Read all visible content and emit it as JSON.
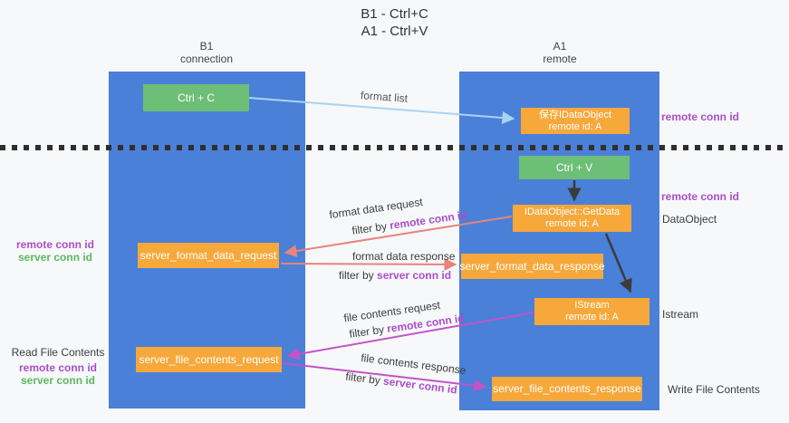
{
  "title": {
    "line1": "B1 - Ctrl+C",
    "line2": "A1 - Ctrl+V"
  },
  "columns": {
    "b1": {
      "name": "B1",
      "role": "connection"
    },
    "a1": {
      "name": "A1",
      "role": "remote"
    }
  },
  "boxes": {
    "ctrl_c": {
      "label": "Ctrl + C"
    },
    "save_dataobject": {
      "line1": "保存IDataObject",
      "line2": "remote id: A"
    },
    "ctrl_v": {
      "label": "Ctrl + V"
    },
    "getdata": {
      "line1": "IDataObject::GetData",
      "line2": "remote id: A"
    },
    "server_format_data_request": {
      "label": "server_format_data_request"
    },
    "server_format_data_response": {
      "label": "server_format_data_response"
    },
    "istream": {
      "line1": "IStream",
      "line2": "remote id: A"
    },
    "server_file_contents_request": {
      "label": "server_file_contents_request"
    },
    "server_file_contents_response": {
      "label": "server_file_contents_response"
    }
  },
  "arrow_labels": {
    "format_list": "format list",
    "format_data_request": "format data request",
    "format_data_request_filter_prefix": "filter by ",
    "format_data_request_filter_key": "remote conn id",
    "format_data_response": "format data response",
    "format_data_response_filter_prefix": "filter by ",
    "format_data_response_filter_key": "server conn id",
    "file_contents_request": "file contents request",
    "file_contents_request_filter_prefix": "filter by ",
    "file_contents_request_filter_key": "remote conn id",
    "file_contents_response": "file contents response",
    "file_contents_response_filter_prefix": "filter by ",
    "file_contents_response_filter_key": "server conn id"
  },
  "side_labels": {
    "right_remote_conn_id_top": "remote conn id",
    "right_remote_conn_id_mid": "remote conn id",
    "dataobject": "DataObject",
    "istream": "Istream",
    "write_file_contents": "Write File Contents",
    "left_remote_conn_id_top": "remote conn id",
    "left_server_conn_id_top": "server conn id",
    "read_file_contents": "Read File Contents",
    "left_remote_conn_id_bottom": "remote conn id",
    "left_server_conn_id_bottom": "server conn id"
  },
  "colors": {
    "bg": "#f7f8fa",
    "lane_blue": "#4a80d8",
    "box_green": "#6dbe76",
    "box_orange": "#f6a83b",
    "arrow_light_blue": "#a6d5f2",
    "arrow_black": "#3b3b3b",
    "arrow_salmon": "#e8837d",
    "arrow_magenta": "#c253c8",
    "text_purple": "#a94fc8",
    "text_green": "#5cb860",
    "text_dark": "#3c3c3c",
    "dash_line": "#2f2f2f"
  }
}
